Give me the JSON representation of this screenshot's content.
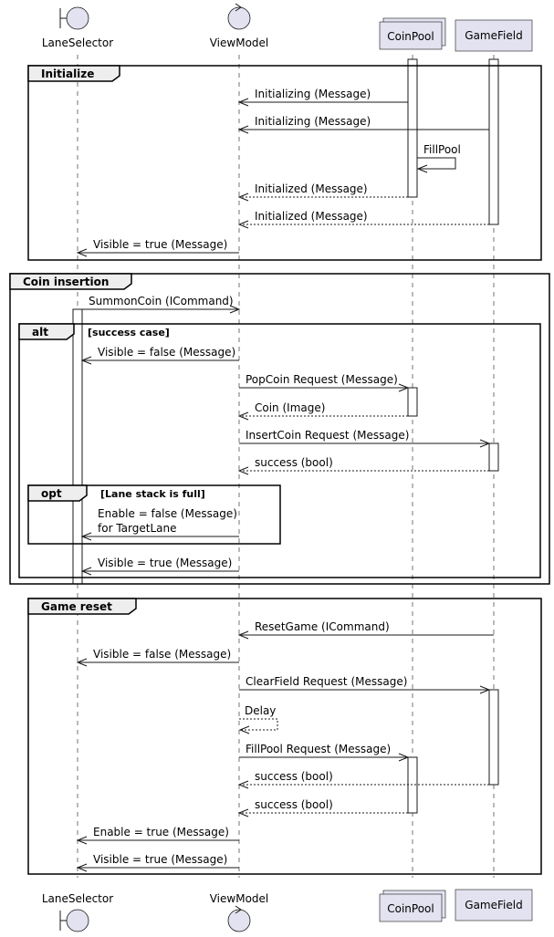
{
  "participants": [
    {
      "id": "ls",
      "name": "LaneSelector",
      "kind": "boundary"
    },
    {
      "id": "vm",
      "name": "ViewModel",
      "kind": "control"
    },
    {
      "id": "cp",
      "name": "CoinPool",
      "kind": "collections"
    },
    {
      "id": "gf",
      "name": "GameField",
      "kind": "participant"
    }
  ],
  "frames": [
    {
      "id": "initialize",
      "label": "Initialize",
      "guard": ""
    },
    {
      "id": "coin-insertion",
      "label": "Coin insertion",
      "guard": ""
    },
    {
      "id": "alt-success",
      "label": "alt",
      "guard": "[success case]"
    },
    {
      "id": "opt-lane-full",
      "label": "opt",
      "guard": "[Lane stack is full]"
    },
    {
      "id": "game-reset",
      "label": "Game reset",
      "guard": ""
    }
  ],
  "messages": [
    {
      "from": "cp",
      "to": "vm",
      "label": "Initializing (Message)",
      "style": "solid"
    },
    {
      "from": "gf",
      "to": "vm",
      "label": "Initializing (Message)",
      "style": "solid"
    },
    {
      "from": "cp",
      "to": "cp",
      "label": "FillPool",
      "style": "solid"
    },
    {
      "from": "cp",
      "to": "vm",
      "label": "Initialized (Message)",
      "style": "dashed"
    },
    {
      "from": "gf",
      "to": "vm",
      "label": "Initialized (Message)",
      "style": "dashed"
    },
    {
      "from": "vm",
      "to": "ls",
      "label": "Visible = true (Message)",
      "style": "solid"
    },
    {
      "from": "ls",
      "to": "vm",
      "label": "SummonCoin (ICommand)",
      "style": "solid"
    },
    {
      "from": "vm",
      "to": "ls",
      "label": "Visible = false (Message)",
      "style": "solid"
    },
    {
      "from": "vm",
      "to": "cp",
      "label": "PopCoin Request (Message)",
      "style": "solid"
    },
    {
      "from": "cp",
      "to": "vm",
      "label": "Coin (Image)",
      "style": "dashed"
    },
    {
      "from": "vm",
      "to": "gf",
      "label": "InsertCoin Request (Message)",
      "style": "solid"
    },
    {
      "from": "gf",
      "to": "vm",
      "label": "success (bool)",
      "style": "dashed"
    },
    {
      "from": "vm",
      "to": "ls",
      "label": "Enable = false (Message)",
      "label2": "for TargetLane",
      "style": "solid"
    },
    {
      "from": "vm",
      "to": "ls",
      "label": "Visible = true (Message)",
      "style": "solid"
    },
    {
      "from": "gf",
      "to": "vm",
      "label": "ResetGame (ICommand)",
      "style": "solid"
    },
    {
      "from": "vm",
      "to": "ls",
      "label": "Visible = false (Message)",
      "style": "solid"
    },
    {
      "from": "vm",
      "to": "gf",
      "label": "ClearField Request (Message)",
      "style": "solid"
    },
    {
      "from": "vm",
      "to": "vm",
      "label": "Delay",
      "style": "dashed"
    },
    {
      "from": "vm",
      "to": "cp",
      "label": "FillPool Request (Message)",
      "style": "solid"
    },
    {
      "from": "gf",
      "to": "vm",
      "label": "success (bool)",
      "style": "dashed"
    },
    {
      "from": "cp",
      "to": "vm",
      "label": "success (bool)",
      "style": "dashed"
    },
    {
      "from": "vm",
      "to": "ls",
      "label": "Enable = true (Message)",
      "style": "solid"
    },
    {
      "from": "vm",
      "to": "ls",
      "label": "Visible = true (Message)",
      "style": "solid"
    }
  ]
}
